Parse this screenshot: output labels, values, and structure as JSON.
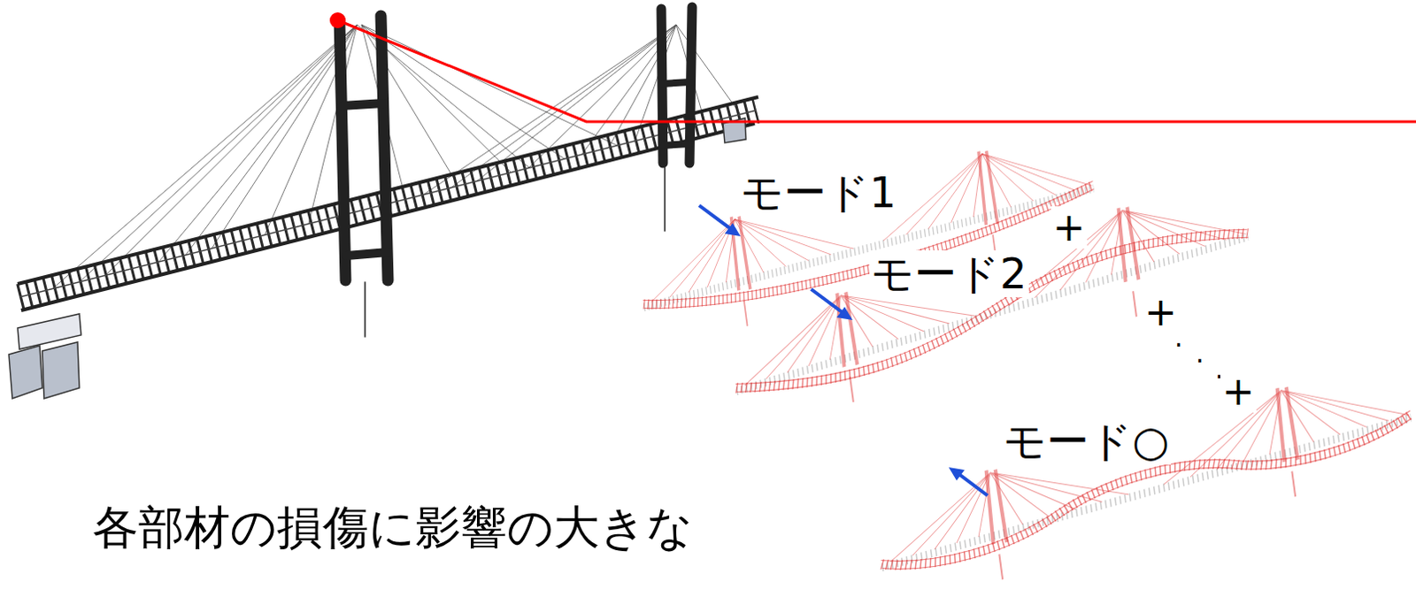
{
  "diagram": {
    "labels": [
      "モード1",
      "+",
      "モード2",
      "+",
      ".",
      ".",
      ".",
      "+",
      "モード○",
      "各部材の損傷に影響の大きな"
    ]
  }
}
